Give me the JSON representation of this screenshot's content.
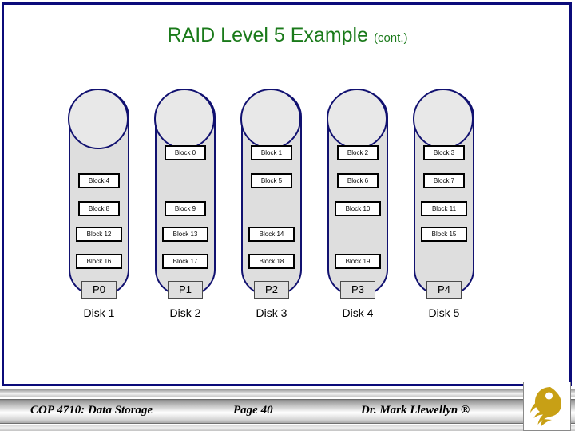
{
  "slide": {
    "title_main": "RAID Level 5 Example",
    "title_suffix": "(cont.)",
    "title_color": "#1a7a1a",
    "frame_color": "#0b0b7a"
  },
  "diagram": {
    "disk_border_color": "#111170",
    "disk_fill_color": "#dedede",
    "disks": [
      {
        "label": "Disk 1",
        "parity": "P0",
        "blocks": [
          {
            "text": "Block 4",
            "row": 1
          },
          {
            "text": "Block 8",
            "row": 2
          },
          {
            "text": "Block 12",
            "row": 3
          },
          {
            "text": "Block 16",
            "row": 4
          }
        ]
      },
      {
        "label": "Disk 2",
        "parity": "P1",
        "blocks": [
          {
            "text": "Block 0",
            "row": 0
          },
          {
            "text": "Block 9",
            "row": 2
          },
          {
            "text": "Block 13",
            "row": 3
          },
          {
            "text": "Block 17",
            "row": 4
          }
        ]
      },
      {
        "label": "Disk 3",
        "parity": "P2",
        "blocks": [
          {
            "text": "Block 1",
            "row": 0
          },
          {
            "text": "Block 5",
            "row": 1
          },
          {
            "text": "Block 14",
            "row": 3
          },
          {
            "text": "Block 18",
            "row": 4
          }
        ]
      },
      {
        "label": "Disk 4",
        "parity": "P3",
        "blocks": [
          {
            "text": "Block 2",
            "row": 0
          },
          {
            "text": "Block 6",
            "row": 1
          },
          {
            "text": "Block 10",
            "row": 2
          },
          {
            "text": "Block 19",
            "row": 4
          }
        ]
      },
      {
        "label": "Disk 5",
        "parity": "P4",
        "blocks": [
          {
            "text": "Block 3",
            "row": 0
          },
          {
            "text": "Block 7",
            "row": 1
          },
          {
            "text": "Block 11",
            "row": 2
          },
          {
            "text": "Block 15",
            "row": 3
          }
        ]
      }
    ]
  },
  "footer": {
    "course": "COP 4710: Data Storage",
    "page": "Page 40",
    "author": "Dr. Mark Llewellyn ®",
    "logo_name": "ucf-pegasus-logo",
    "logo_color": "#C8A015"
  }
}
